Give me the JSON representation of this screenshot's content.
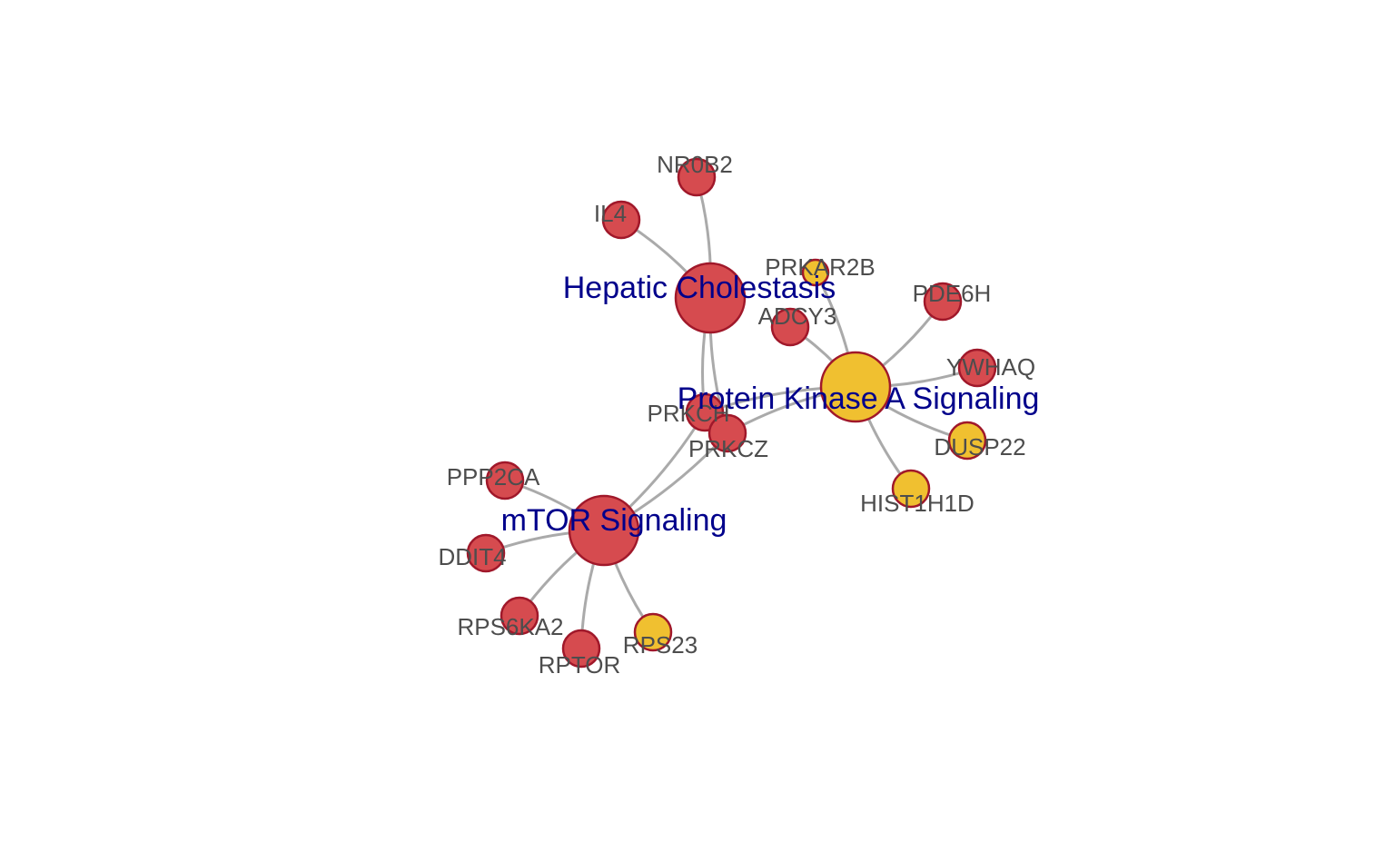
{
  "colors": {
    "up": "#d64b4f",
    "down": "#f0c030",
    "node_border": "#a0182a",
    "edge": "#aaaaaa",
    "pathway_text": "#00008b",
    "gene_text": "#4d4d4d"
  },
  "pathways": [
    {
      "id": "hc",
      "label": "Hepatic Cholestasis",
      "status": "up"
    },
    {
      "id": "pka",
      "label": "Protein Kinase A Signaling",
      "status": "down"
    },
    {
      "id": "mtor",
      "label": "mTOR Signaling",
      "status": "up"
    }
  ],
  "genes": [
    {
      "id": "NR0B2",
      "label": "NR0B2",
      "status": "up"
    },
    {
      "id": "IL4",
      "label": "IL4",
      "status": "up"
    },
    {
      "id": "PRKAR2B",
      "label": "PRKAR2B",
      "status": "down"
    },
    {
      "id": "ADCY3",
      "label": "ADCY3",
      "status": "up"
    },
    {
      "id": "PDE6H",
      "label": "PDE6H",
      "status": "up"
    },
    {
      "id": "YWHAQ",
      "label": "YWHAQ",
      "status": "up"
    },
    {
      "id": "DUSP22",
      "label": "DUSP22",
      "status": "down"
    },
    {
      "id": "HIST1H1D",
      "label": "HIST1H1D",
      "status": "down"
    },
    {
      "id": "PRKCH",
      "label": "PRKCH",
      "status": "up"
    },
    {
      "id": "PRKCZ",
      "label": "PRKCZ",
      "status": "up"
    },
    {
      "id": "PPP2CA",
      "label": "PPP2CA",
      "status": "up"
    },
    {
      "id": "DDIT4",
      "label": "DDIT4",
      "status": "up"
    },
    {
      "id": "RPS6KA2",
      "label": "RPS6KA2",
      "status": "up"
    },
    {
      "id": "RPTOR",
      "label": "RPTOR",
      "status": "up"
    },
    {
      "id": "RPS23",
      "label": "RPS23",
      "status": "down"
    }
  ],
  "edges": [
    [
      "hc",
      "NR0B2"
    ],
    [
      "hc",
      "IL4"
    ],
    [
      "hc",
      "PRKCH"
    ],
    [
      "hc",
      "PRKCZ"
    ],
    [
      "pka",
      "PRKAR2B"
    ],
    [
      "pka",
      "ADCY3"
    ],
    [
      "pka",
      "PDE6H"
    ],
    [
      "pka",
      "YWHAQ"
    ],
    [
      "pka",
      "DUSP22"
    ],
    [
      "pka",
      "HIST1H1D"
    ],
    [
      "pka",
      "PRKCH"
    ],
    [
      "pka",
      "PRKCZ"
    ],
    [
      "mtor",
      "PRKCH"
    ],
    [
      "mtor",
      "PRKCZ"
    ],
    [
      "mtor",
      "PPP2CA"
    ],
    [
      "mtor",
      "DDIT4"
    ],
    [
      "mtor",
      "RPS6KA2"
    ],
    [
      "mtor",
      "RPTOR"
    ],
    [
      "mtor",
      "RPS23"
    ]
  ]
}
